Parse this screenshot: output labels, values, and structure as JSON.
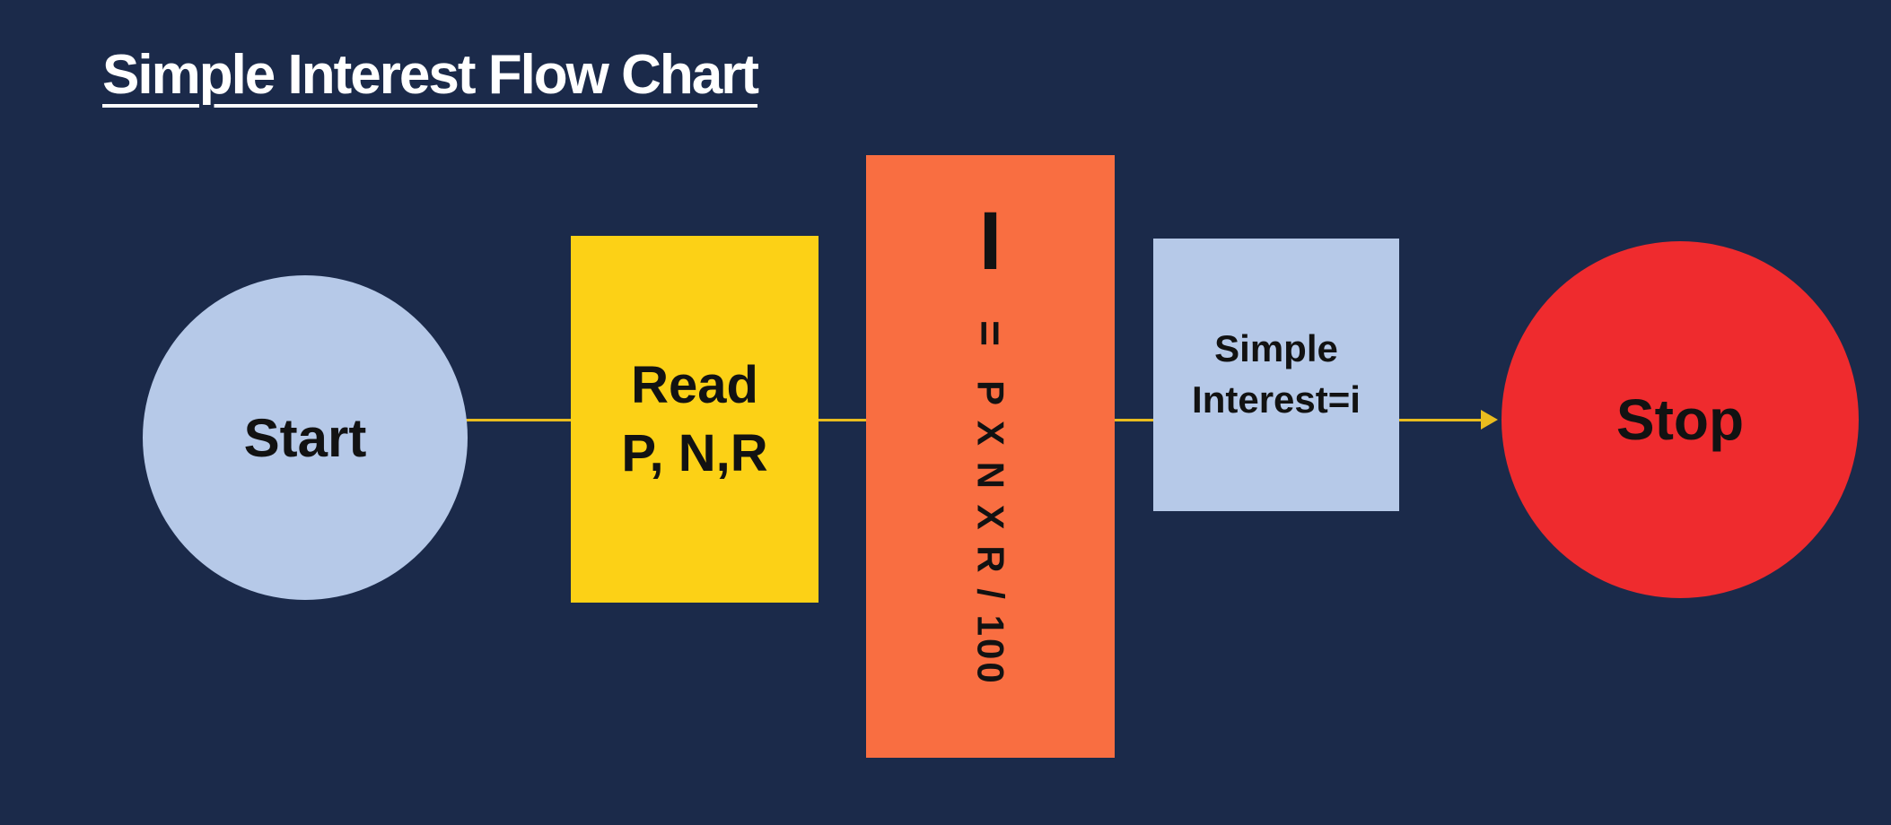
{
  "title": "Simple Interest Flow Chart",
  "colors": {
    "bg": "#1b2a4a",
    "lightblue": "#b6c9e8",
    "yellow": "#fcd116",
    "orange": "#f96e41",
    "red": "#ef2b2e",
    "connector": "#e9bc1f",
    "ink": "#121212",
    "title": "#ffffff"
  },
  "nodes": {
    "start": {
      "label": "Start"
    },
    "read": {
      "line1": "Read",
      "line2": "P, N,R"
    },
    "formula": {
      "symbol": "I",
      "equals": "=",
      "expression": "P X N X R / 100"
    },
    "result": {
      "line1": "Simple",
      "line2": "Interest=i"
    },
    "stop": {
      "label": "Stop"
    }
  }
}
